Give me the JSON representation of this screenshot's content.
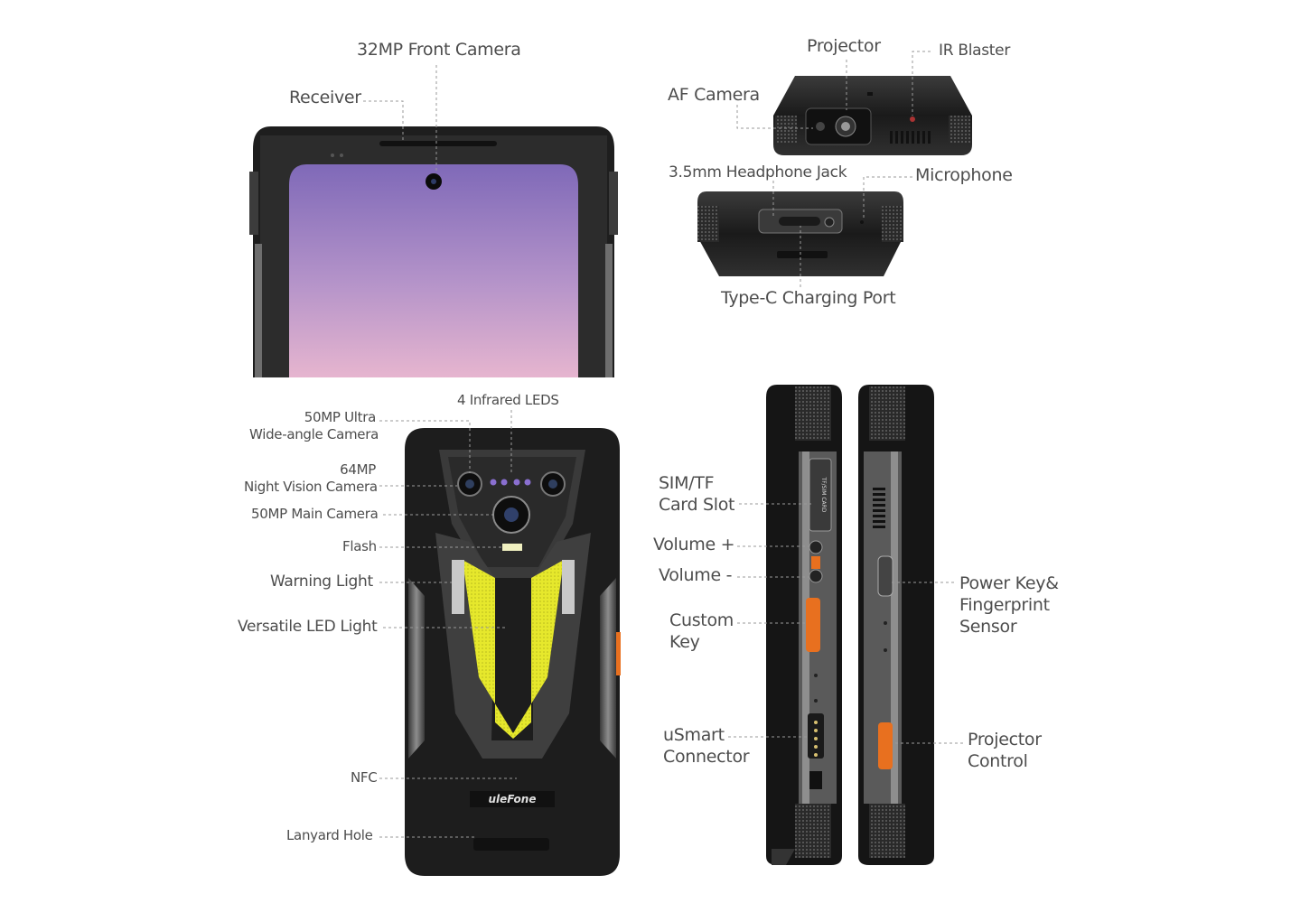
{
  "brand": "uleFone",
  "front": {
    "front_camera": "32MP Front Camera",
    "receiver": "Receiver"
  },
  "top_edge": {
    "projector": "Projector",
    "ir_blaster": "IR Blaster",
    "af_camera": "AF Camera"
  },
  "bottom_edge": {
    "headphone_jack": "3.5mm Headphone Jack",
    "microphone": "Microphone",
    "type_c": "Type-C Charging Port"
  },
  "back": {
    "infrared_leds": "4 Infrared LEDS",
    "ultra_wide": "50MP Ultra\nWide-angle Camera",
    "night_vision": "64MP\nNight Vision Camera",
    "main_camera": "50MP Main Camera",
    "flash": "Flash",
    "warning_light": "Warning Light",
    "led_light": "Versatile LED Light",
    "nfc": "NFC",
    "lanyard": "Lanyard Hole"
  },
  "left_side": {
    "sim_slot": "SIM/TF\nCard Slot",
    "sim_tray_text": "TF/SIM CARD",
    "volume_up": "Volume +",
    "volume_down": "Volume -",
    "custom_key": "Custom\nKey",
    "usmart": "uSmart\nConnector"
  },
  "right_side": {
    "power_key": "Power Key&\nFingerprint\nSensor",
    "projector_control": "Projector\nControl"
  },
  "colors": {
    "body": "#1c1c1c",
    "frame": "#2f2f2f",
    "accent_orange": "#e8701f",
    "led_yellow": "#e6e82c",
    "screen_top": "#7f69b8",
    "screen_bottom": "#e3b3cf"
  }
}
